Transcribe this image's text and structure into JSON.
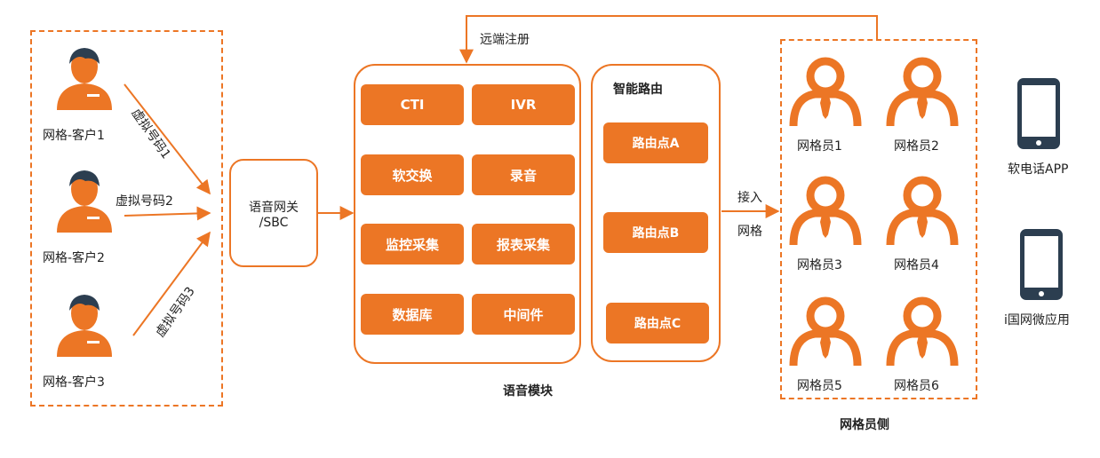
{
  "clients": [
    {
      "label": "网格-客户1",
      "icon": "customer-service-person-icon"
    },
    {
      "label": "网格-客户2",
      "icon": "customer-service-person-icon"
    },
    {
      "label": "网格-客户3",
      "icon": "customer-service-person-icon"
    }
  ],
  "virtual_numbers": [
    "虚拟号码1",
    "虚拟号码2",
    "虚拟号码3"
  ],
  "gateway": {
    "line1": "语音网关",
    "line2": "/SBC"
  },
  "remote_register": "远端注册",
  "voice_module": {
    "title": "语音模块",
    "items": [
      "CTI",
      "IVR",
      "软交换",
      "录音",
      "监控采集",
      "报表采集",
      "数据库",
      "中间件"
    ]
  },
  "smart_routing": {
    "title": "智能路由",
    "nodes": [
      "路由点A",
      "路由点B",
      "路由点C"
    ]
  },
  "access": {
    "line1": "接入",
    "line2": "网格"
  },
  "grid_staff": {
    "title": "网格员侧",
    "members": [
      "网格员1",
      "网格员2",
      "网格员3",
      "网格员4",
      "网格员5",
      "网格员6"
    ]
  },
  "devices": [
    {
      "label": "软电话APP",
      "icon": "smartphone-icon"
    },
    {
      "label": "i国网微应用",
      "icon": "smartphone-icon"
    }
  ],
  "colors": {
    "accent": "#ec7625",
    "icon_dark": "#2c3e50"
  }
}
